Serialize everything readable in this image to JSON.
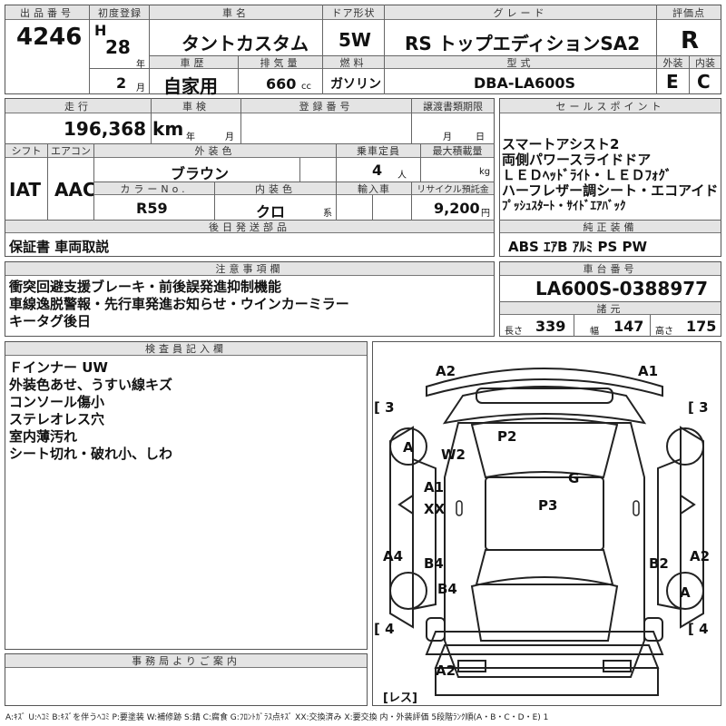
{
  "header": {
    "lot_label": "出品番号",
    "lot_number": "4246",
    "first_reg_label": "初度登録",
    "era": "H",
    "year": "28",
    "year_unit": "年",
    "month": "2",
    "month_unit": "月",
    "car_name_label": "車名",
    "car_name": "タントカスタム",
    "door_label": "ドア形状",
    "door": "5W",
    "grade_label": "グレード",
    "grade": "RS トップエディションSA2",
    "score_label": "評価点",
    "score": "R",
    "history_label": "車歴",
    "history": "自家用",
    "displacement_label": "排気量",
    "displacement": "660",
    "displacement_unit": "cc",
    "fuel_label": "燃料",
    "fuel": "ガソリン",
    "model_label": "型式",
    "model": "DBA-LA600S",
    "exterior_label": "外装",
    "exterior": "E",
    "interior_label": "内装",
    "interior": "C"
  },
  "row2": {
    "mileage_label": "走行",
    "mileage": "196,368 km",
    "inspection_label": "車検",
    "inspection_year_unit": "年",
    "inspection_month_unit": "月",
    "plate_label": "登録番号",
    "transfer_label": "譲渡書類期限",
    "transfer_month_unit": "月",
    "transfer_day_unit": "日",
    "shift_label": "シフト",
    "shift": "IAT",
    "ac_label": "エアコン",
    "ac": "AAC",
    "color_label": "外装色",
    "color": "ブラウン",
    "capacity_label": "乗車定員",
    "capacity": "4",
    "capacity_unit": "人",
    "load_label": "最大積載量",
    "load_unit": "kg",
    "color_no_label": "カラーNo.",
    "color_no": "R59",
    "int_color_label": "内装色",
    "int_color": "クロ",
    "int_color_unit": "系",
    "import_label": "輸入車",
    "recycle_label": "リサイクル預託金",
    "recycle": "9,200",
    "recycle_unit": "円",
    "later_label": "後日発送部品",
    "later": "保証書 車両取説"
  },
  "sales": {
    "label": "セールスポイント",
    "lines": [
      "スマートアシスト2",
      "両側パワースライドドア",
      "ＬＥＤﾍｯﾄﾞﾗｲﾄ・ＬＥＤﾌｫｸﾞ",
      "ハーフレザー調シート・エコアイド",
      "ﾌﾟｯｼｭｽﾀｰﾄ・ｻｲﾄﾞｴｱﾊﾞｯｸ"
    ],
    "equip_label": "純正装備",
    "equip": "ABS ｴｱB ｱﾙﾐ PS PW"
  },
  "notes": {
    "label": "注意事項欄",
    "lines": [
      "衝突回避支援ブレーキ・前後誤発進抑制機能",
      "車線逸脱警報・先行車発進お知らせ・ウインカーミラー",
      "キータグ後日"
    ]
  },
  "chassis": {
    "label": "車台番号",
    "number": "LA600S-0388977",
    "dims_label": "諸元",
    "length_label": "長さ",
    "length": "339",
    "width_label": "幅",
    "width": "147",
    "height_label": "高さ",
    "height": "175"
  },
  "inspector": {
    "label": "検査員記入欄",
    "lines": [
      "Ｆインナー UW",
      "外装色あせ、うすい線キズ",
      "コンソール傷小",
      "ステレオレス穴",
      "室内薄汚れ",
      "シート切れ・破れ小、しわ"
    ]
  },
  "office": {
    "label": "事務局よりご案内"
  },
  "diagram": {
    "labels": {
      "tl": "A2",
      "tr": "A1",
      "l3": "[ 3",
      "r3": "[ 3",
      "wheel_fl": "A",
      "w2": "W2",
      "p2": "P2",
      "g": "G",
      "a1": "A1",
      "xx": "XX",
      "p3": "P3",
      "a4": "A4",
      "a2r": "A2",
      "b4a": "B4",
      "b4b": "B4",
      "b2": "B2",
      "wheel_rr": "A",
      "l4": "[ 4",
      "r4": "[ 4",
      "bottom": "A2",
      "rest": "[レス]"
    }
  },
  "legend": "A:ｷｽﾞ U:ﾍｺﾐ B:ｷｽﾞを伴うﾍｺﾐ P:要塗装 W:補修跡 S:錆 C:腐食 G:ﾌﾛﾝﾄｶﾞﾗｽ点ｷｽﾞ XX:交換済み X:要交換 内・外装評価 5段階ﾗﾝｸ順(A・B・C・D・E) 1"
}
